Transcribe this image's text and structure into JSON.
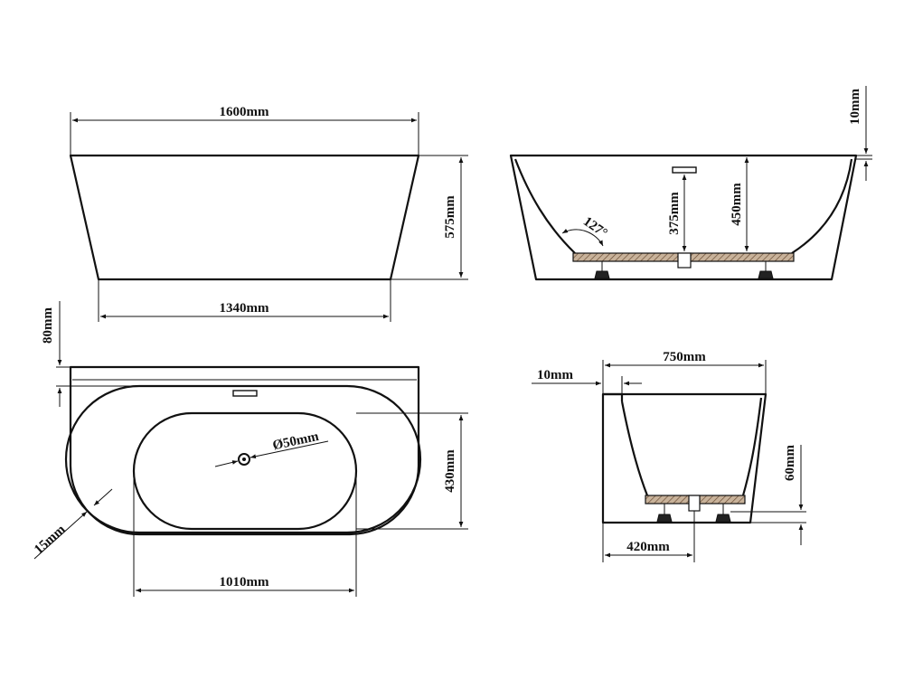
{
  "colors": {
    "line": "#111111",
    "background": "#ffffff",
    "hatch": "#8a6a50"
  },
  "front_view": {
    "top_width": "1600mm",
    "bottom_width": "1340mm",
    "height": "575mm"
  },
  "side_view": {
    "rim": "10mm",
    "inner_depth": "375mm",
    "total_depth": "450mm",
    "angle": "127°"
  },
  "top_view": {
    "back_panel": "80mm",
    "drain": "Ø50mm",
    "inner_width": "430mm",
    "rim": "15mm",
    "inner_length": "1010mm"
  },
  "end_view": {
    "back_wall": "10mm",
    "width": "750mm",
    "foot_height": "60mm",
    "drain_offset": "420mm"
  }
}
